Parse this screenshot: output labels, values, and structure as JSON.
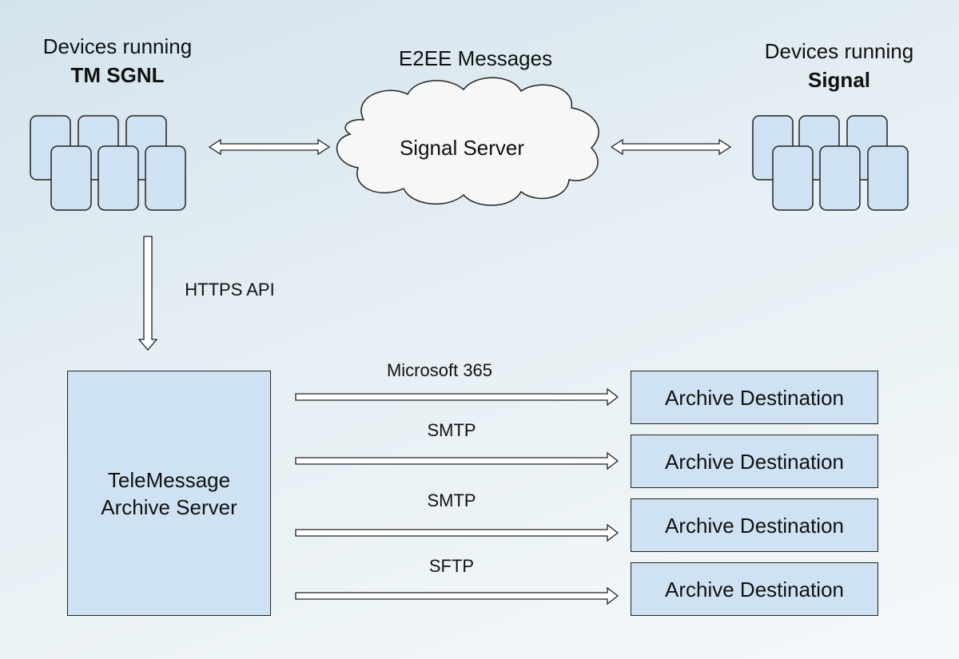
{
  "left_devices": {
    "line1": "Devices running",
    "line2": "TM SGNL"
  },
  "right_devices": {
    "line1": "Devices running",
    "line2": "Signal"
  },
  "cloud": {
    "title": "E2EE Messages",
    "label": "Signal Server"
  },
  "api_link": {
    "label": "HTTPS API"
  },
  "archive_server": {
    "line1": "TeleMessage",
    "line2": "Archive Server"
  },
  "destinations": [
    {
      "protocol": "Microsoft 365",
      "label": "Archive Destination"
    },
    {
      "protocol": "SMTP",
      "label": "Archive Destination"
    },
    {
      "protocol": "SMTP",
      "label": "Archive Destination"
    },
    {
      "protocol": "SFTP",
      "label": "Archive Destination"
    }
  ],
  "colors": {
    "fill": "#cfe2f3",
    "stroke": "#222222"
  }
}
